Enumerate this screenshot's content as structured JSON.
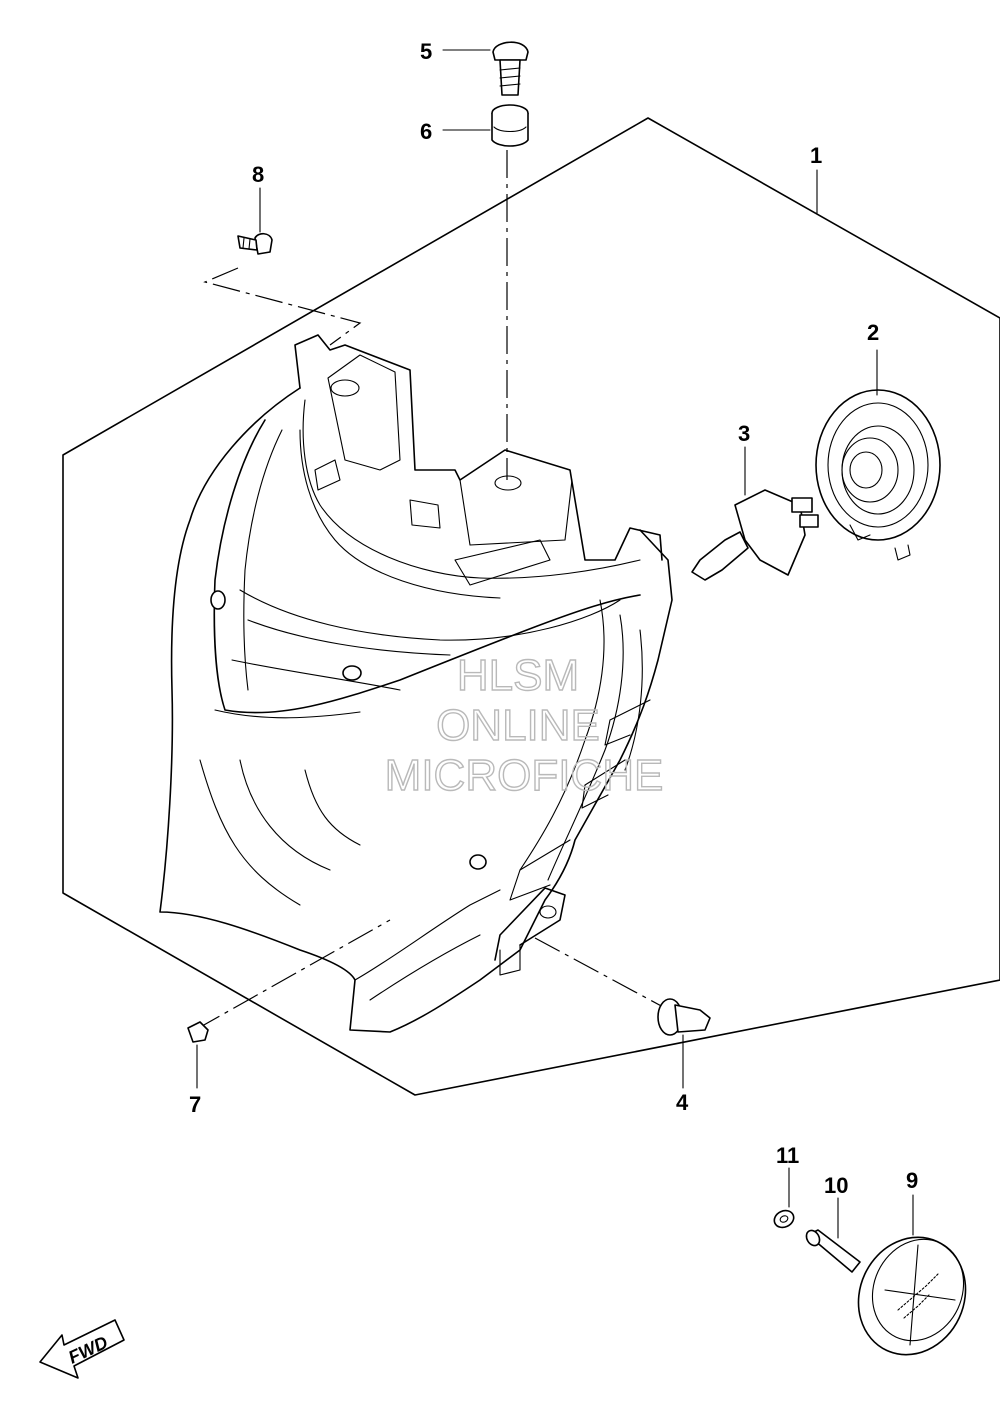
{
  "callouts": [
    {
      "id": "1",
      "label": "1"
    },
    {
      "id": "2",
      "label": "2"
    },
    {
      "id": "3",
      "label": "3"
    },
    {
      "id": "4",
      "label": "4"
    },
    {
      "id": "5",
      "label": "5"
    },
    {
      "id": "6",
      "label": "6"
    },
    {
      "id": "7",
      "label": "7"
    },
    {
      "id": "8",
      "label": "8"
    },
    {
      "id": "9",
      "label": "9"
    },
    {
      "id": "10",
      "label": "10"
    },
    {
      "id": "11",
      "label": "11"
    }
  ],
  "watermark": {
    "line1": "HLSM",
    "line2": "ONLINE",
    "line3": "MICROFICHE",
    "color": "#b9b9b9"
  },
  "fwd_arrow": {
    "label": "FWD",
    "icon": "forward-arrow-icon"
  }
}
